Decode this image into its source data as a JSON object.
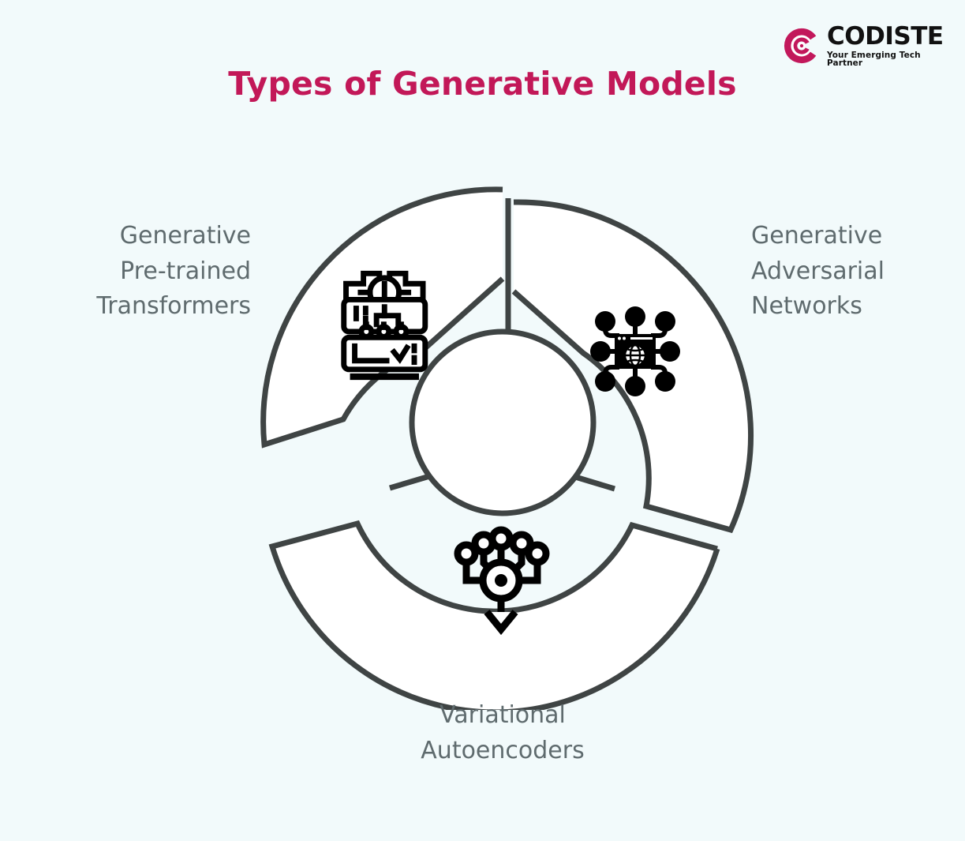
{
  "background_color": "#f2fafb",
  "brand": {
    "name": "CODISTE",
    "tagline": "Your Emerging Tech Partner",
    "mark_icon": "codiste-c-logo-icon",
    "mark_color": "#c2185b"
  },
  "title": {
    "text": "Types of Generative Models",
    "color": "#c21858"
  },
  "diagram": {
    "type": "three-segment-radial-donut",
    "stroke_color": "#3f4444",
    "fill_color": "#ffffff",
    "center_hub": "empty-circle",
    "segments": [
      {
        "id": "gpt",
        "position": "left",
        "label": "Generative\nPre-trained\nTransformers",
        "icon": "ai-server-rack-icon",
        "icon_color": "#000000"
      },
      {
        "id": "gan",
        "position": "right",
        "label": "Generative\nAdversarial\nNetworks",
        "icon": "network-globe-chip-icon",
        "icon_color": "#000000"
      },
      {
        "id": "vae",
        "position": "bottom",
        "label": "Variational\nAutoencoders",
        "icon": "node-hub-arrow-icon",
        "icon_color": "#000000"
      }
    ],
    "label_color": "#5f6b6e"
  }
}
